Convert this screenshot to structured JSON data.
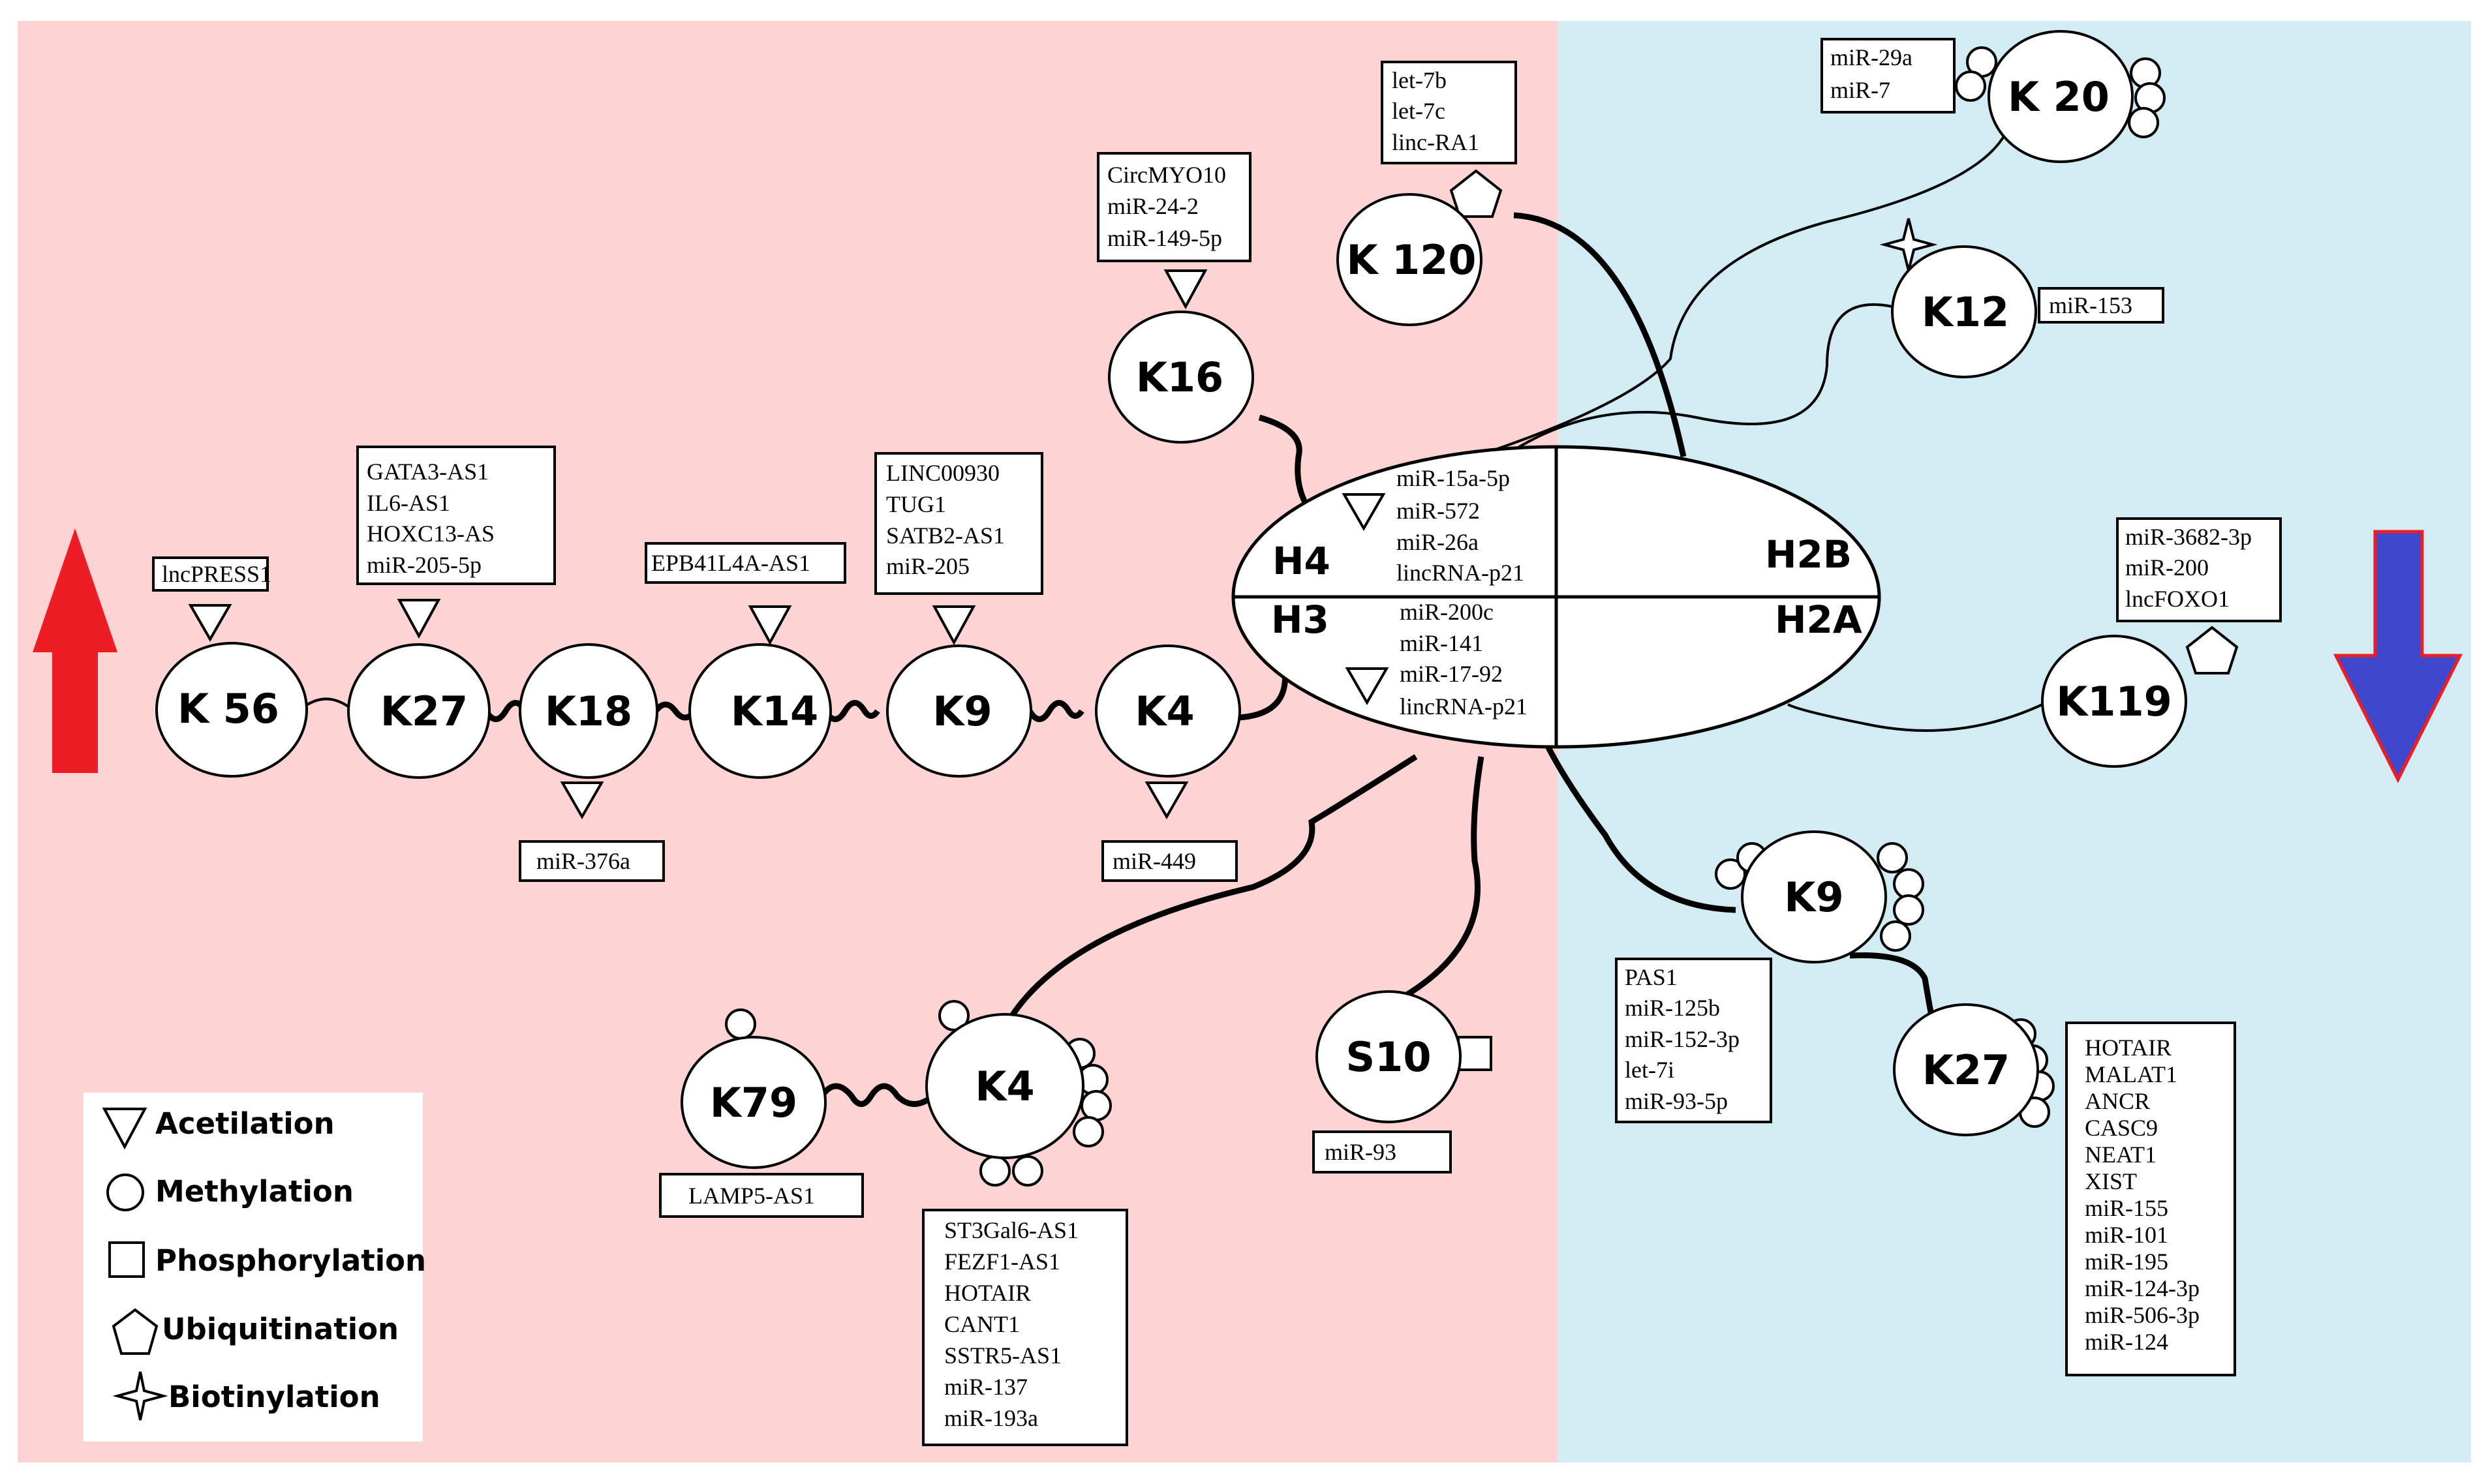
{
  "colors": {
    "up_region": "#fdd3d4",
    "down_region": "#d3ebf3",
    "up_arrow": "#ee1c25",
    "down_arrow": "#3f48cc",
    "down_arrow_border": "#ee1c25"
  },
  "regions": [
    {
      "id": "upregulation",
      "arrow_icon": "arrow-up-icon"
    },
    {
      "id": "downregulation",
      "arrow_icon": "arrow-down-icon"
    }
  ],
  "histone_core": {
    "h4": "H4",
    "h2b": "H2B",
    "h3": "H3",
    "h2a": "H2A",
    "h4_ncrnas": [
      "miR-15a-5p",
      "miR-572",
      "miR-26a",
      "lincRNA-p21"
    ],
    "h3_ncrnas": [
      "miR-200c",
      "miR-141",
      "miR-17-92",
      "lincRNA-p21"
    ]
  },
  "nodes": {
    "k56": "K 56",
    "k27_h3": "K27",
    "k18": "K18",
    "k14": "K14",
    "k9_h3": "K9",
    "k4_h3": "K4",
    "k16": "K16",
    "k120": "K 120",
    "k20": "K 20",
    "k12": "K12",
    "k119": "K119",
    "k9_me": "K9",
    "k27_me": "K27",
    "k79": "K79",
    "k4_me": "K4",
    "s10": "S10"
  },
  "ncrna_boxes": {
    "k56": [
      "lncPRESS1"
    ],
    "k27_h3": [
      "GATA3-AS1",
      "IL6-AS1",
      "HOXC13-AS",
      "miR-205-5p"
    ],
    "k18": [
      "miR-376a"
    ],
    "k14": [
      "EPB41L4A-AS1"
    ],
    "k9_h3": [
      "LINC00930",
      "TUG1",
      "SATB2-AS1",
      "miR-205"
    ],
    "k4_h3": [
      "miR-449"
    ],
    "k16": [
      "CircMYO10",
      "miR-24-2",
      "miR-149-5p"
    ],
    "k120": [
      "let-7b",
      "let-7c",
      "linc-RA1"
    ],
    "k20": [
      "miR-29a",
      "miR-7"
    ],
    "k12": [
      "miR-153"
    ],
    "k119": [
      "miR-3682-3p",
      "miR-200",
      "lncFOXO1"
    ],
    "k9_me": [
      "PAS1",
      "miR-125b",
      "miR-152-3p",
      "let-7i",
      "miR-93-5p"
    ],
    "k27_me": [
      "HOTAIR",
      "MALAT1",
      "ANCR",
      "CASC9",
      "NEAT1",
      "XIST",
      "miR-155",
      "miR-101",
      "miR-195",
      "miR-124-3p",
      "miR-506-3p",
      "miR-124"
    ],
    "k79": [
      "LAMP5-AS1"
    ],
    "k4_me": [
      "ST3Gal6-AS1",
      "FEZF1-AS1",
      "HOTAIR",
      "CANT1",
      "SSTR5-AS1",
      "miR-137",
      "miR-193a"
    ],
    "s10": [
      "miR-93"
    ]
  },
  "legend": [
    {
      "label": "Acetilation",
      "icon": "triangle-icon"
    },
    {
      "label": "Methylation",
      "icon": "circle-icon"
    },
    {
      "label": "Phosphorylation",
      "icon": "square-icon"
    },
    {
      "label": "Ubiquitination",
      "icon": "pentagon-icon"
    },
    {
      "label": "Biotinylation",
      "icon": "star-icon"
    }
  ]
}
